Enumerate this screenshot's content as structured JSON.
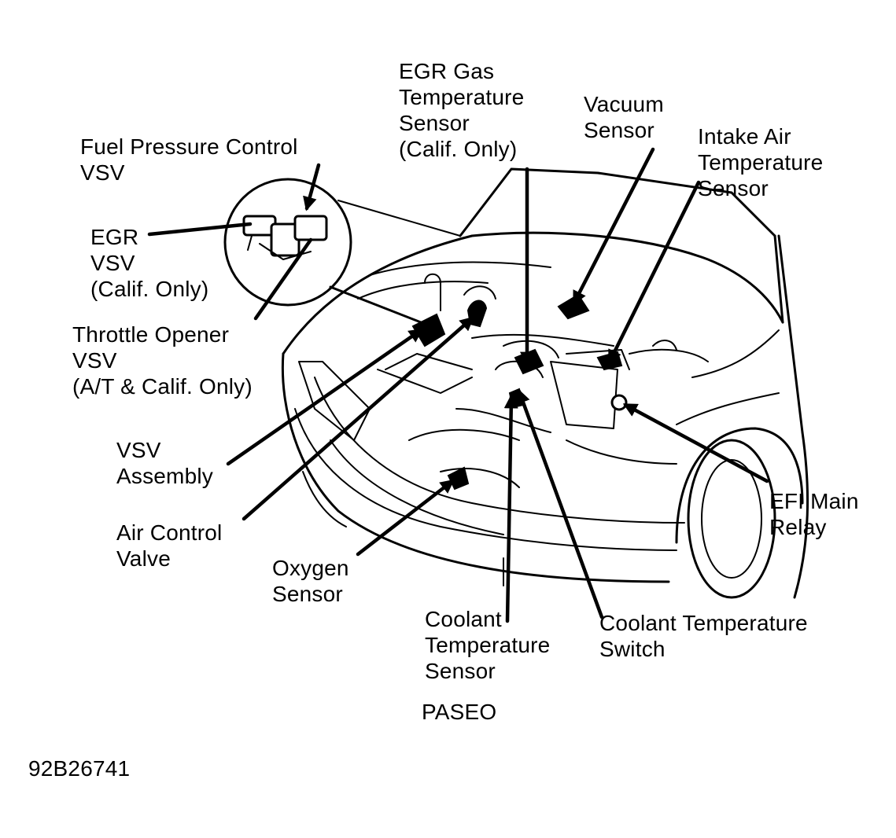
{
  "labels": {
    "fuel_pressure_vsv": "Fuel Pressure Control\nVSV",
    "egr_vsv": "EGR\nVSV\n(Calif. Only)",
    "throttle_opener_vsv": "Throttle Opener\nVSV\n(A/T & Calif. Only)",
    "vsv_assembly": "VSV\nAssembly",
    "air_control_valve": "Air Control\nValve",
    "oxygen_sensor": "Oxygen\nSensor",
    "egr_gas_temp_sensor": "EGR Gas\nTemperature\nSensor\n(Calif. Only)",
    "vacuum_sensor": "Vacuum\nSensor",
    "intake_air_temp_sensor": "Intake Air\nTemperature\nSensor",
    "efi_main_relay": "EFI Main\nRelay",
    "coolant_temp_sensor": "Coolant\nTemperature\nSensor",
    "coolant_temp_switch": "Coolant Temperature\nSwitch"
  },
  "caption": "PASEO",
  "figure_id": "92B26741"
}
